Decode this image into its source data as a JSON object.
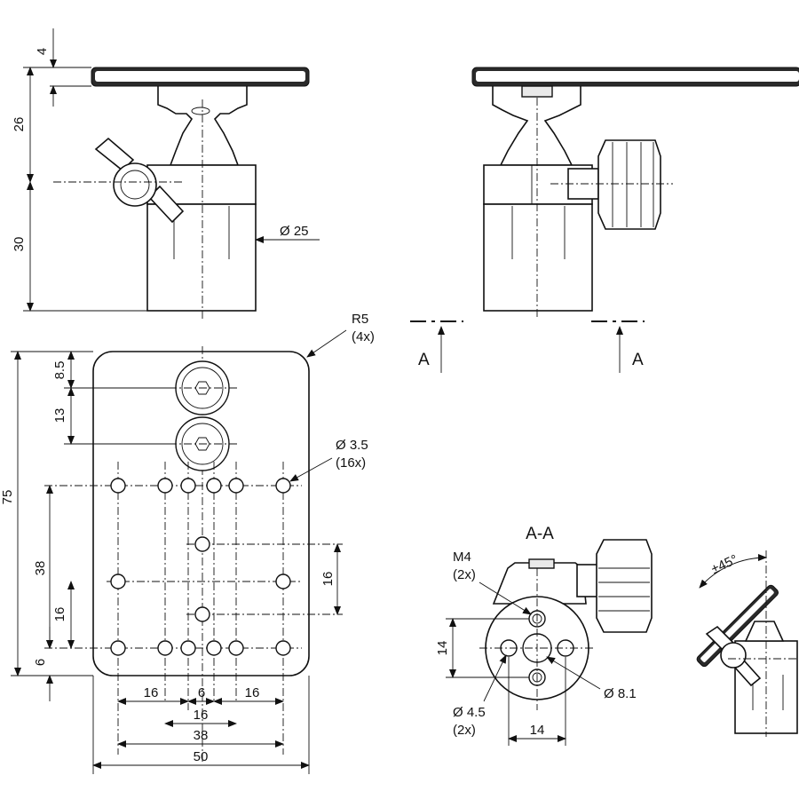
{
  "side_view": {
    "dim_top": "4",
    "dim_middle": "26",
    "dim_bottom": "30",
    "dim_diameter": "Ø 25"
  },
  "front_view": {
    "section_marker_left": "A",
    "section_marker_right": "A"
  },
  "plate_view": {
    "corner_radius": "R5",
    "corner_radius_count": "(4x)",
    "dim_top_offset": "8.5",
    "dim_center_spacing": "13",
    "dim_height": "75",
    "hole_diameter": "Ø 3.5",
    "hole_count": "(16x)",
    "dim_38_vertical": "38",
    "dim_16_left": "16",
    "dim_6_bottom": "6",
    "dim_16_right": "16",
    "dim_bottom_16_left": "16",
    "dim_bottom_6": "6",
    "dim_bottom_16_right": "16",
    "dim_bottom_16_mid": "16",
    "dim_bottom_38": "38",
    "dim_bottom_50": "50"
  },
  "section_view": {
    "title": "A-A",
    "thread_label": "M4",
    "thread_count": "(2x)",
    "dim_height": "14",
    "dim_width": "14",
    "hole_label": "Ø 4.5",
    "hole_count": "(2x)",
    "bore_label": "Ø 8.1"
  },
  "tilt_view": {
    "angle_label": "±45°"
  }
}
